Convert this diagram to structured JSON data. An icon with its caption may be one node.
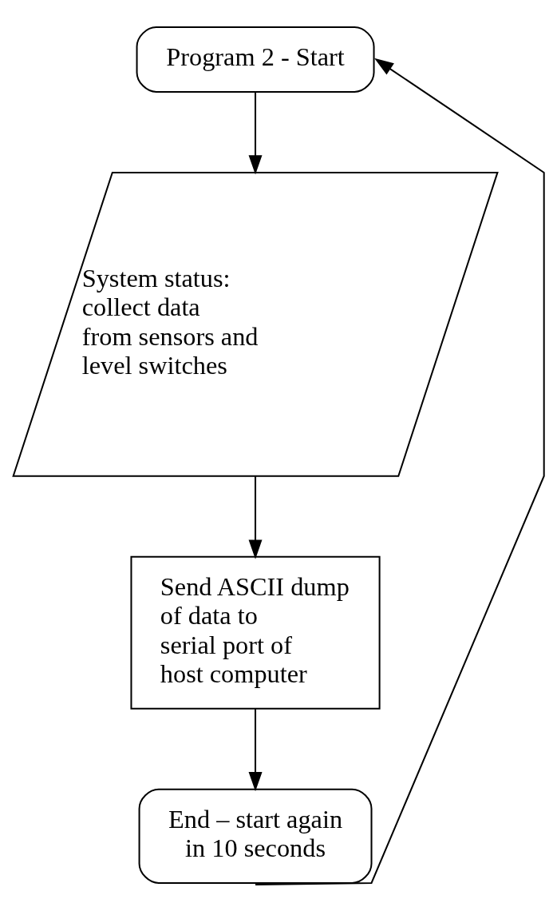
{
  "diagram": {
    "nodes": [
      {
        "text": [
          "Program 2 - Start"
        ]
      },
      {
        "text": [
          "System status: collect data from sensors and level switches"
        ]
      },
      {
        "text": [
          "Send ASCII dump of data to serial port of host computer"
        ]
      },
      {
        "text": [
          "End – start again in 10 seconds"
        ]
      }
    ],
    "edges": [
      {
        "from": 0,
        "to": 1,
        "arrow": "to"
      },
      {
        "from": 1,
        "to": 2,
        "arrow": "to"
      },
      {
        "from": 2,
        "to": 3,
        "arrow": "to"
      },
      {
        "from": 3,
        "to": 0,
        "arrow": "to"
      }
    ]
  }
}
